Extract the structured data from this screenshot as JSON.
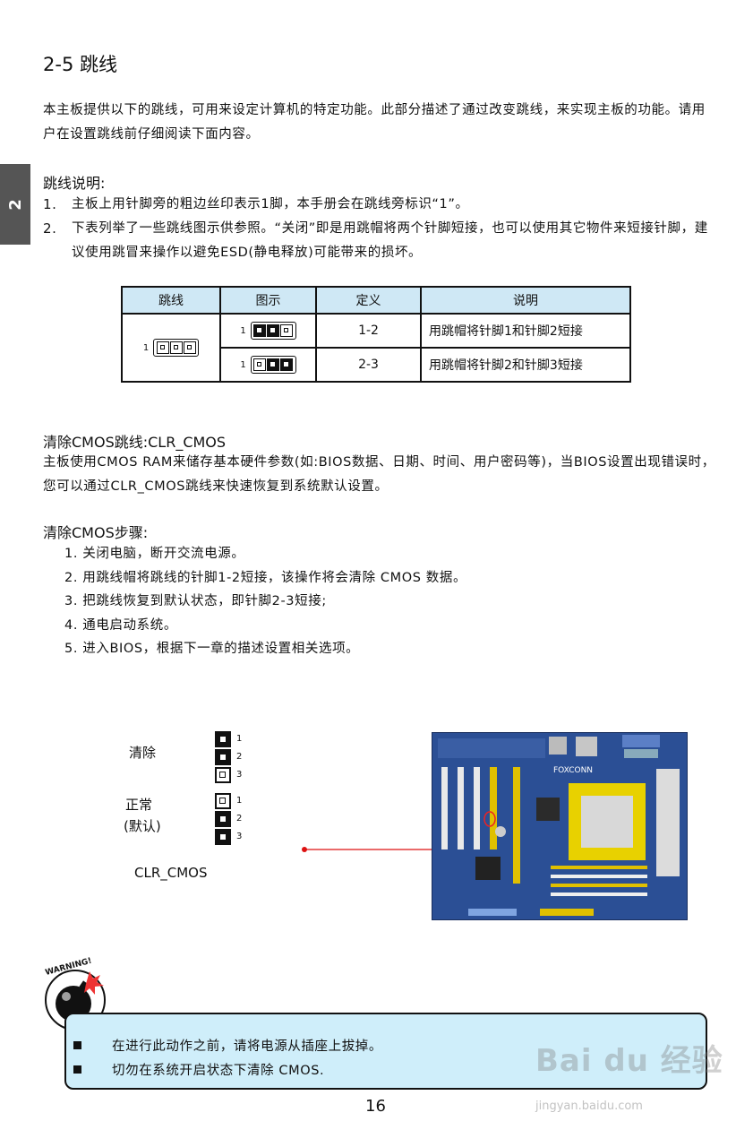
{
  "section_title": "2-5 跳线",
  "side_tab": "2",
  "intro": "本主板提供以下的跳线，可用来设定计算机的特定功能。此部分描述了通过改变跳线，来实现主板的功能。请用户在设置跳线前仔细阅读下面内容。",
  "explain": {
    "heading": "跳线说明:",
    "items": [
      {
        "num": "1.",
        "text": "主板上用针脚旁的粗边丝印表示1脚，本手册会在跳线旁标识“1”。"
      },
      {
        "num": "2.",
        "text": "下表列举了一些跳线图示供参照。“关闭”即是用跳帽将两个针脚短接，也可以使用其它物件来短接针脚，建议使用跳冒来操作以避免ESD(静电释放)可能带来的损坏。"
      }
    ]
  },
  "table": {
    "headers": [
      "跳线",
      "图示",
      "定义",
      "说明"
    ],
    "pin_one_label": "1",
    "rows": [
      {
        "definition": "1-2",
        "description": "用跳帽将针脚1和针脚2短接"
      },
      {
        "definition": "2-3",
        "description": "用跳帽将针脚2和针脚3短接"
      }
    ]
  },
  "clr": {
    "heading": "清除CMOS跳线:CLR_CMOS",
    "body": "主板使用CMOS RAM来储存基本硬件参数(如:BIOS数据、日期、时间、用户密码等)，当BIOS设置出现错误时，您可以通过CLR_CMOS跳线来快速恢复到系统默认设置。",
    "steps_heading": "清除CMOS步骤:",
    "steps": [
      "1. 关闭电脑，断开交流电源。",
      "2. 用跳线帽将跳线的针脚1-2短接，该操作将会清除 CMOS 数据。",
      "3. 把跳线恢复到默认状态，即针脚2-3短接;",
      "4. 通电启动系统。",
      "5. 进入BIOS，根据下一章的描述设置相关选项。"
    ]
  },
  "diagram": {
    "clear_label": "清除",
    "normal_label": "正常",
    "default_label": "(默认)",
    "pins": [
      "1",
      "2",
      "3"
    ],
    "name": "CLR_CMOS",
    "board_brand": "FOXCONN"
  },
  "warning": {
    "badge": "WARNING!",
    "items": [
      "在进行此动作之前，请将电源从插座上拔掉。",
      "切勿在系统开启状态下清除 CMOS."
    ]
  },
  "page_number": "16",
  "watermark": {
    "logo": "Bai du 经验",
    "url": "jingyan.baidu.com"
  }
}
